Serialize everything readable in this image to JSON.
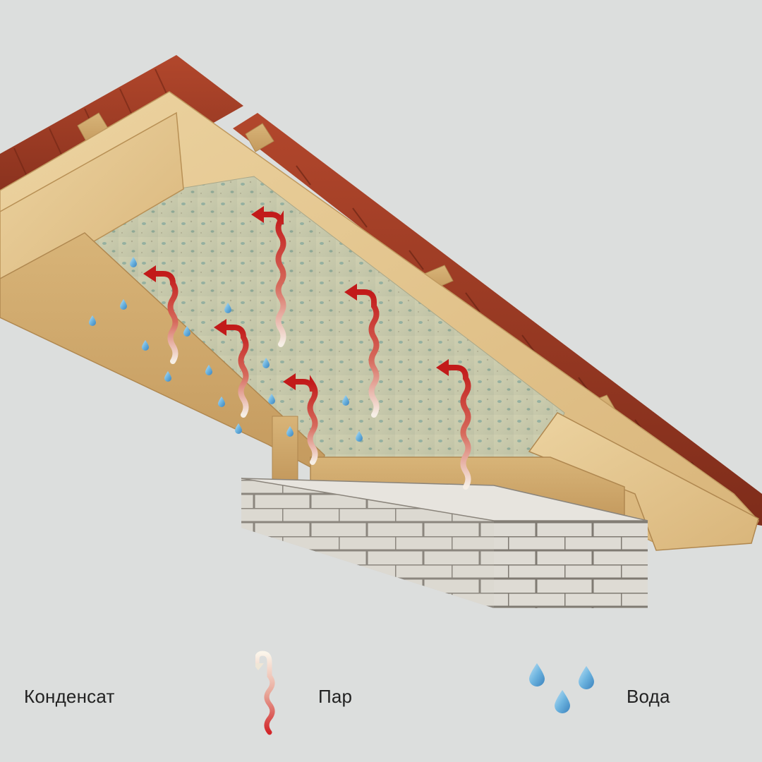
{
  "legend": {
    "condensate_label": "Конденсат",
    "vapor_label": "Пар",
    "water_label": "Вода"
  },
  "colors": {
    "background": "#dcdedd",
    "roof_tile": "#9a3b26",
    "wood": "#e3c48b",
    "insulation": "#c9c9a8",
    "brick": "#dedbd4",
    "vapor_arrow": "#c81e1e",
    "water_drop": "#5ea9d6"
  },
  "icons": [
    "vapor-arrow-icon",
    "water-drop-icon",
    "condensate-droplet-icon"
  ]
}
